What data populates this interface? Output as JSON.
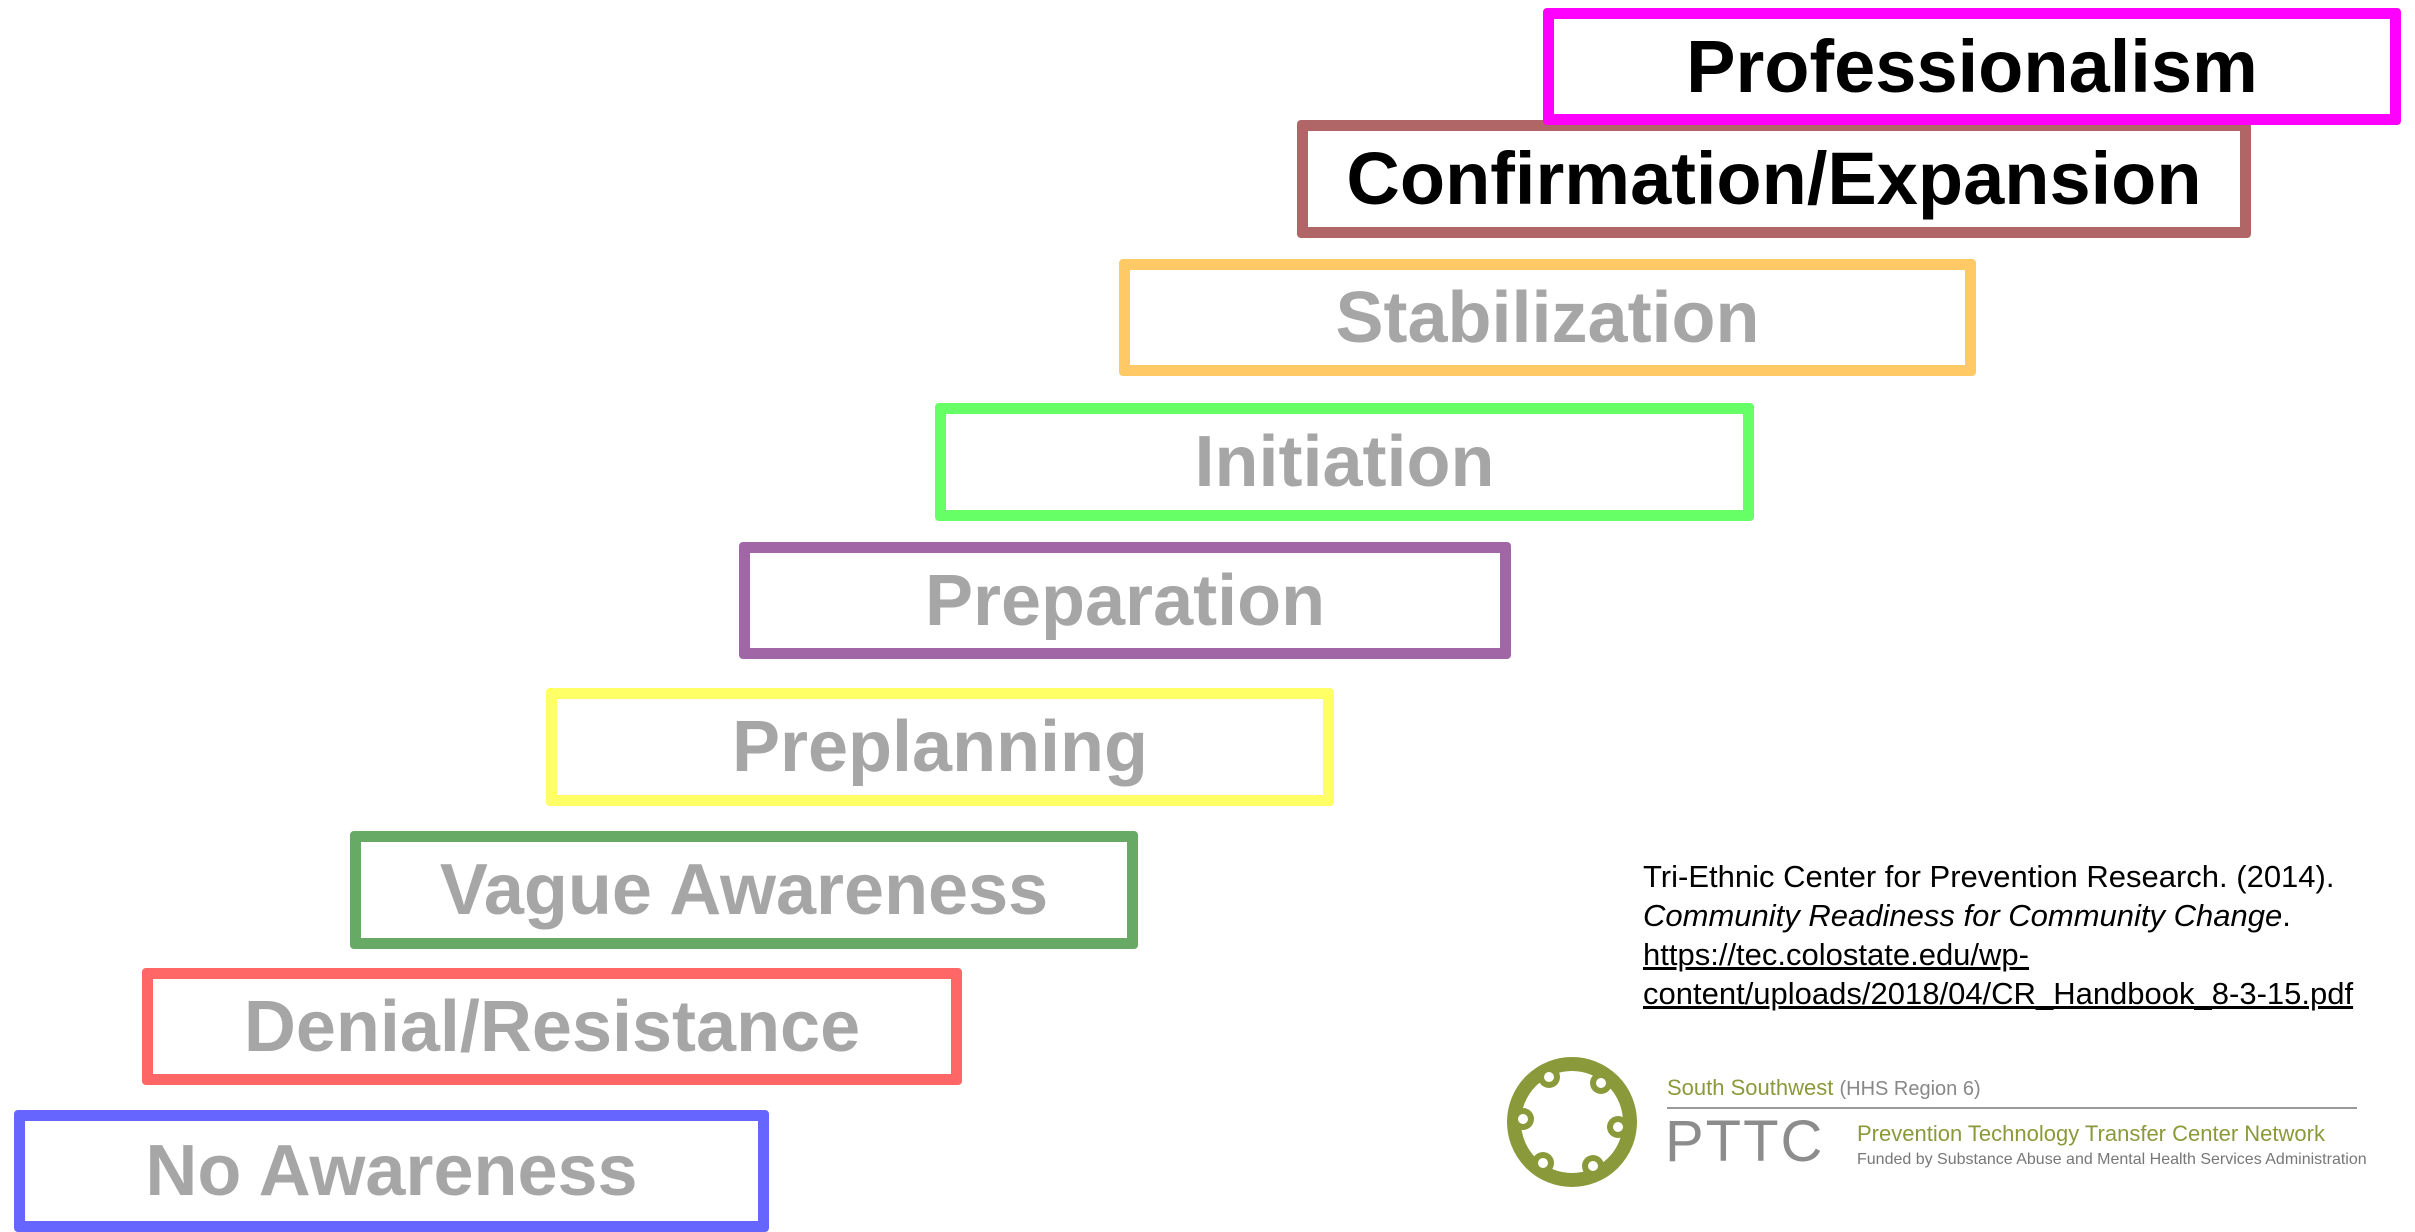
{
  "stages": [
    {
      "label": "No Awareness",
      "border_color": "#6666ff",
      "emphasis": false
    },
    {
      "label": "Denial/Resistance",
      "border_color": "#ff6666",
      "emphasis": false
    },
    {
      "label": "Vague Awareness",
      "border_color": "#66aa66",
      "emphasis": false
    },
    {
      "label": "Preplanning",
      "border_color": "#ffff66",
      "emphasis": false
    },
    {
      "label": "Preparation",
      "border_color": "#a066a6",
      "emphasis": false
    },
    {
      "label": "Initiation",
      "border_color": "#66ff66",
      "emphasis": false
    },
    {
      "label": "Stabilization",
      "border_color": "#ffc966",
      "emphasis": false
    },
    {
      "label": "Confirmation/Expansion",
      "border_color": "#b06666",
      "emphasis": true
    },
    {
      "label": "Professionalism",
      "border_color": "#ff00ff",
      "emphasis": true
    }
  ],
  "citation": {
    "line1": "Tri-Ethnic Center for Prevention Research. (2014).",
    "title": "Community Readiness for Community Change",
    "title_suffix": ".",
    "url_line1": "https://tec.colostate.edu/wp-",
    "url_line2": "content/uploads/2018/04/CR_Handbook_8-3-15.pdf"
  },
  "logo": {
    "icon": "pttc-people-circle-icon",
    "region": "South Southwest",
    "region_sub": "(HHS Region 6)",
    "acronym": "PTTC",
    "network": "Prevention Technology Transfer Center Network",
    "funded_by": "Funded by Substance Abuse and Mental Health Services Administration",
    "brand_color": "#8a9a3b"
  }
}
